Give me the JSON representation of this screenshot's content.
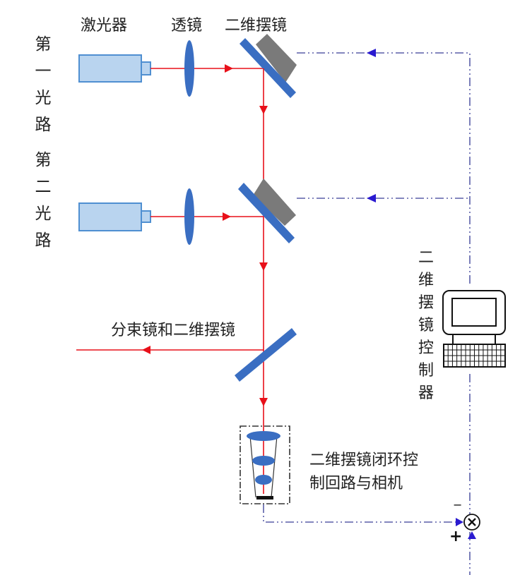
{
  "labels": {
    "laser": "激光器",
    "lens": "透镜",
    "mirror_2d": "二维摆镜",
    "path_1": "第一光路",
    "path_2": "第二光路",
    "splitter": "分束镜和二维摆镜",
    "camera_loop_line1": "二维摆镜闭环控",
    "camera_loop_line2": "制回路与相机",
    "controller": "二维摆镜控制器",
    "minus_sign": "−",
    "plus_sign": "+"
  },
  "components": [
    {
      "id": "laser-1",
      "type": "laser",
      "path": "第一光路"
    },
    {
      "id": "lens-1",
      "type": "lens",
      "path": "第一光路"
    },
    {
      "id": "mirror-1",
      "type": "2d-mirror",
      "path": "第一光路"
    },
    {
      "id": "laser-2",
      "type": "laser",
      "path": "第二光路"
    },
    {
      "id": "lens-2",
      "type": "lens",
      "path": "第二光路"
    },
    {
      "id": "mirror-2",
      "type": "2d-mirror",
      "path": "第二光路"
    },
    {
      "id": "beam-splitter",
      "type": "beam-splitter"
    },
    {
      "id": "camera-loop",
      "type": "camera"
    },
    {
      "id": "controller",
      "type": "computer"
    },
    {
      "id": "summing-junction",
      "type": "comparator"
    }
  ],
  "colors": {
    "beam": "#e8101a",
    "control_line": "#5a5fa8",
    "arrow_blue": "#2a1ad0",
    "laser_fill": "#b9d4ef",
    "laser_stroke": "#4f8fd1",
    "optic_blue": "#3a6ec2",
    "mirror_gray": "#7a7a7a"
  }
}
